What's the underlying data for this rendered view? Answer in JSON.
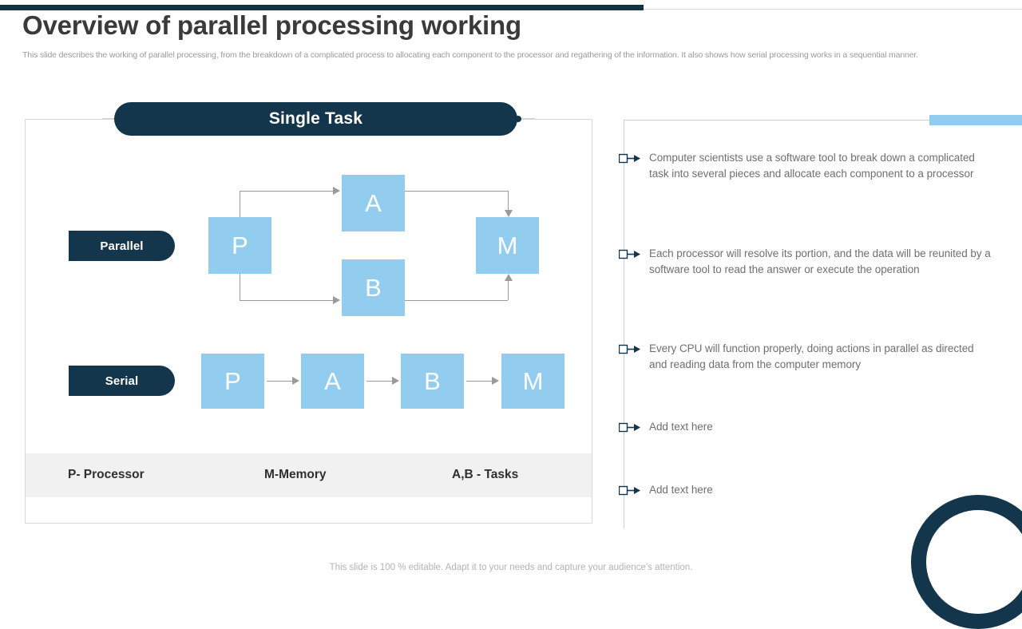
{
  "header": {
    "title": "Overview of parallel processing working",
    "subtitle": "This slide describes the working of parallel processing, from the breakdown of a complicated process to allocating each component to the processor and regathering of the information. It also shows how serial processing works in a sequential manner."
  },
  "diagram": {
    "badge_label": "Single Task",
    "rows": [
      {
        "label": "Parallel"
      },
      {
        "label": "Serial"
      }
    ],
    "parallel_nodes": {
      "processor": "P",
      "task_a": "A",
      "task_b": "B",
      "memory": "M"
    },
    "serial_nodes": [
      "P",
      "A",
      "B",
      "M"
    ],
    "legend": [
      "P- Processor",
      "M-Memory",
      "A,B - Tasks"
    ]
  },
  "bullets": [
    "Computer scientists use a software tool to break down a complicated task into several pieces and allocate each component to a processor",
    "Each processor will resolve its portion, and the data will be reunited by a software tool to read the answer or execute the operation",
    "Every CPU will function properly, doing actions in parallel as directed and reading data from the computer memory",
    "Add text here",
    "Add text here"
  ],
  "footer": {
    "note": "This slide is 100 % editable. Adapt it to your needs and capture your audience's attention."
  },
  "colors": {
    "navy": "#13364c",
    "light_blue": "#92cdef",
    "connector_gray": "#9a9a9a",
    "band_gray": "#f1f1f1",
    "body_text": "#6f6f6f"
  }
}
